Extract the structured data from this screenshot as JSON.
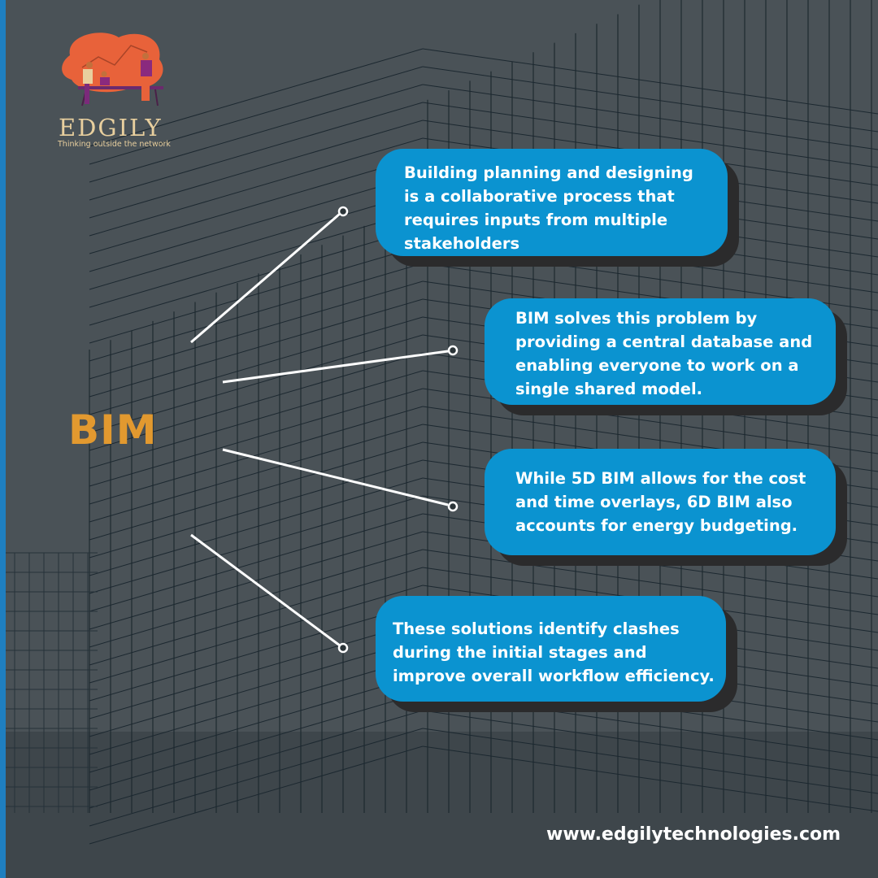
{
  "brand": {
    "name": "EDGILY",
    "tagline": "Thinking outside the network"
  },
  "title": "BIM",
  "cards": [
    {
      "text": "Building planning and designing is a collaborative process that requires inputs from multiple stakeholders"
    },
    {
      "text": "BIM solves this problem by providing a central database and enabling everyone to work on a single shared model."
    },
    {
      "text": "While 5D BIM allows for the cost and time overlays, 6D BIM also accounts for energy budgeting."
    },
    {
      "text": "These solutions identify clashes during the initial stages and improve overall workflow efficiency."
    }
  ],
  "website": "www.edgilytechnologies.com",
  "colors": {
    "background": "#4a5257",
    "card": "#0b93d0",
    "title": "#e2992f",
    "brand": "#e8cf9e",
    "stripe": "#1f7fc0"
  }
}
